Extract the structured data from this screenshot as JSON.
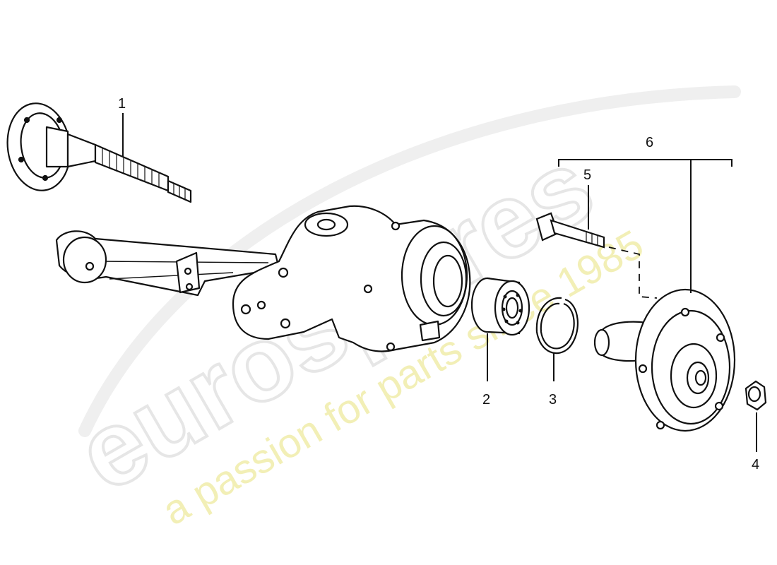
{
  "diagram": {
    "callouts": [
      {
        "id": "1",
        "label": "1"
      },
      {
        "id": "2",
        "label": "2"
      },
      {
        "id": "3",
        "label": "3"
      },
      {
        "id": "4",
        "label": "4"
      },
      {
        "id": "5",
        "label": "5"
      },
      {
        "id": "6",
        "label": "6"
      }
    ]
  },
  "watermark": {
    "brand": "eurospares",
    "tagline": "a passion for parts since 1985",
    "brand_color": "#e6e6e6",
    "tagline_color": "#f2efb6"
  },
  "colors": {
    "line": "#111111",
    "background": "#ffffff"
  }
}
